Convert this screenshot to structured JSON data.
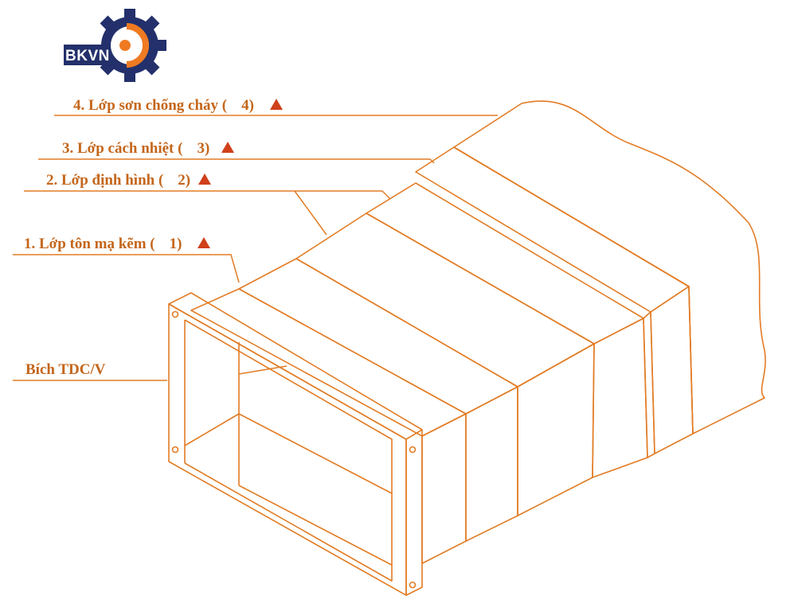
{
  "logo": {
    "text": "BKVN"
  },
  "labels": {
    "layer4": "4. Lớp sơn chống cháy (",
    "layer4_num": "4)",
    "layer3": "3. Lớp cách nhiệt (",
    "layer3_num": "3)",
    "layer2": "2. Lớp định hình (",
    "layer2_num": "2)",
    "layer1": "1. Lớp tôn mạ kẽm (",
    "layer1_num": "1)",
    "flange": "Bích  TDC/V"
  },
  "colors": {
    "line": "#e27c25",
    "label_text": "#c4661b",
    "layer2_fill": "#ff7a12",
    "layer3_fill": "#e8934d",
    "layer4_fill": "#f6c9a0",
    "logo_navy": "#23306b",
    "logo_orange": "#ef7a22",
    "warning_triangle": "#d0401b"
  },
  "icons": [
    "gear-logo-icon",
    "warning-triangle-icon"
  ]
}
